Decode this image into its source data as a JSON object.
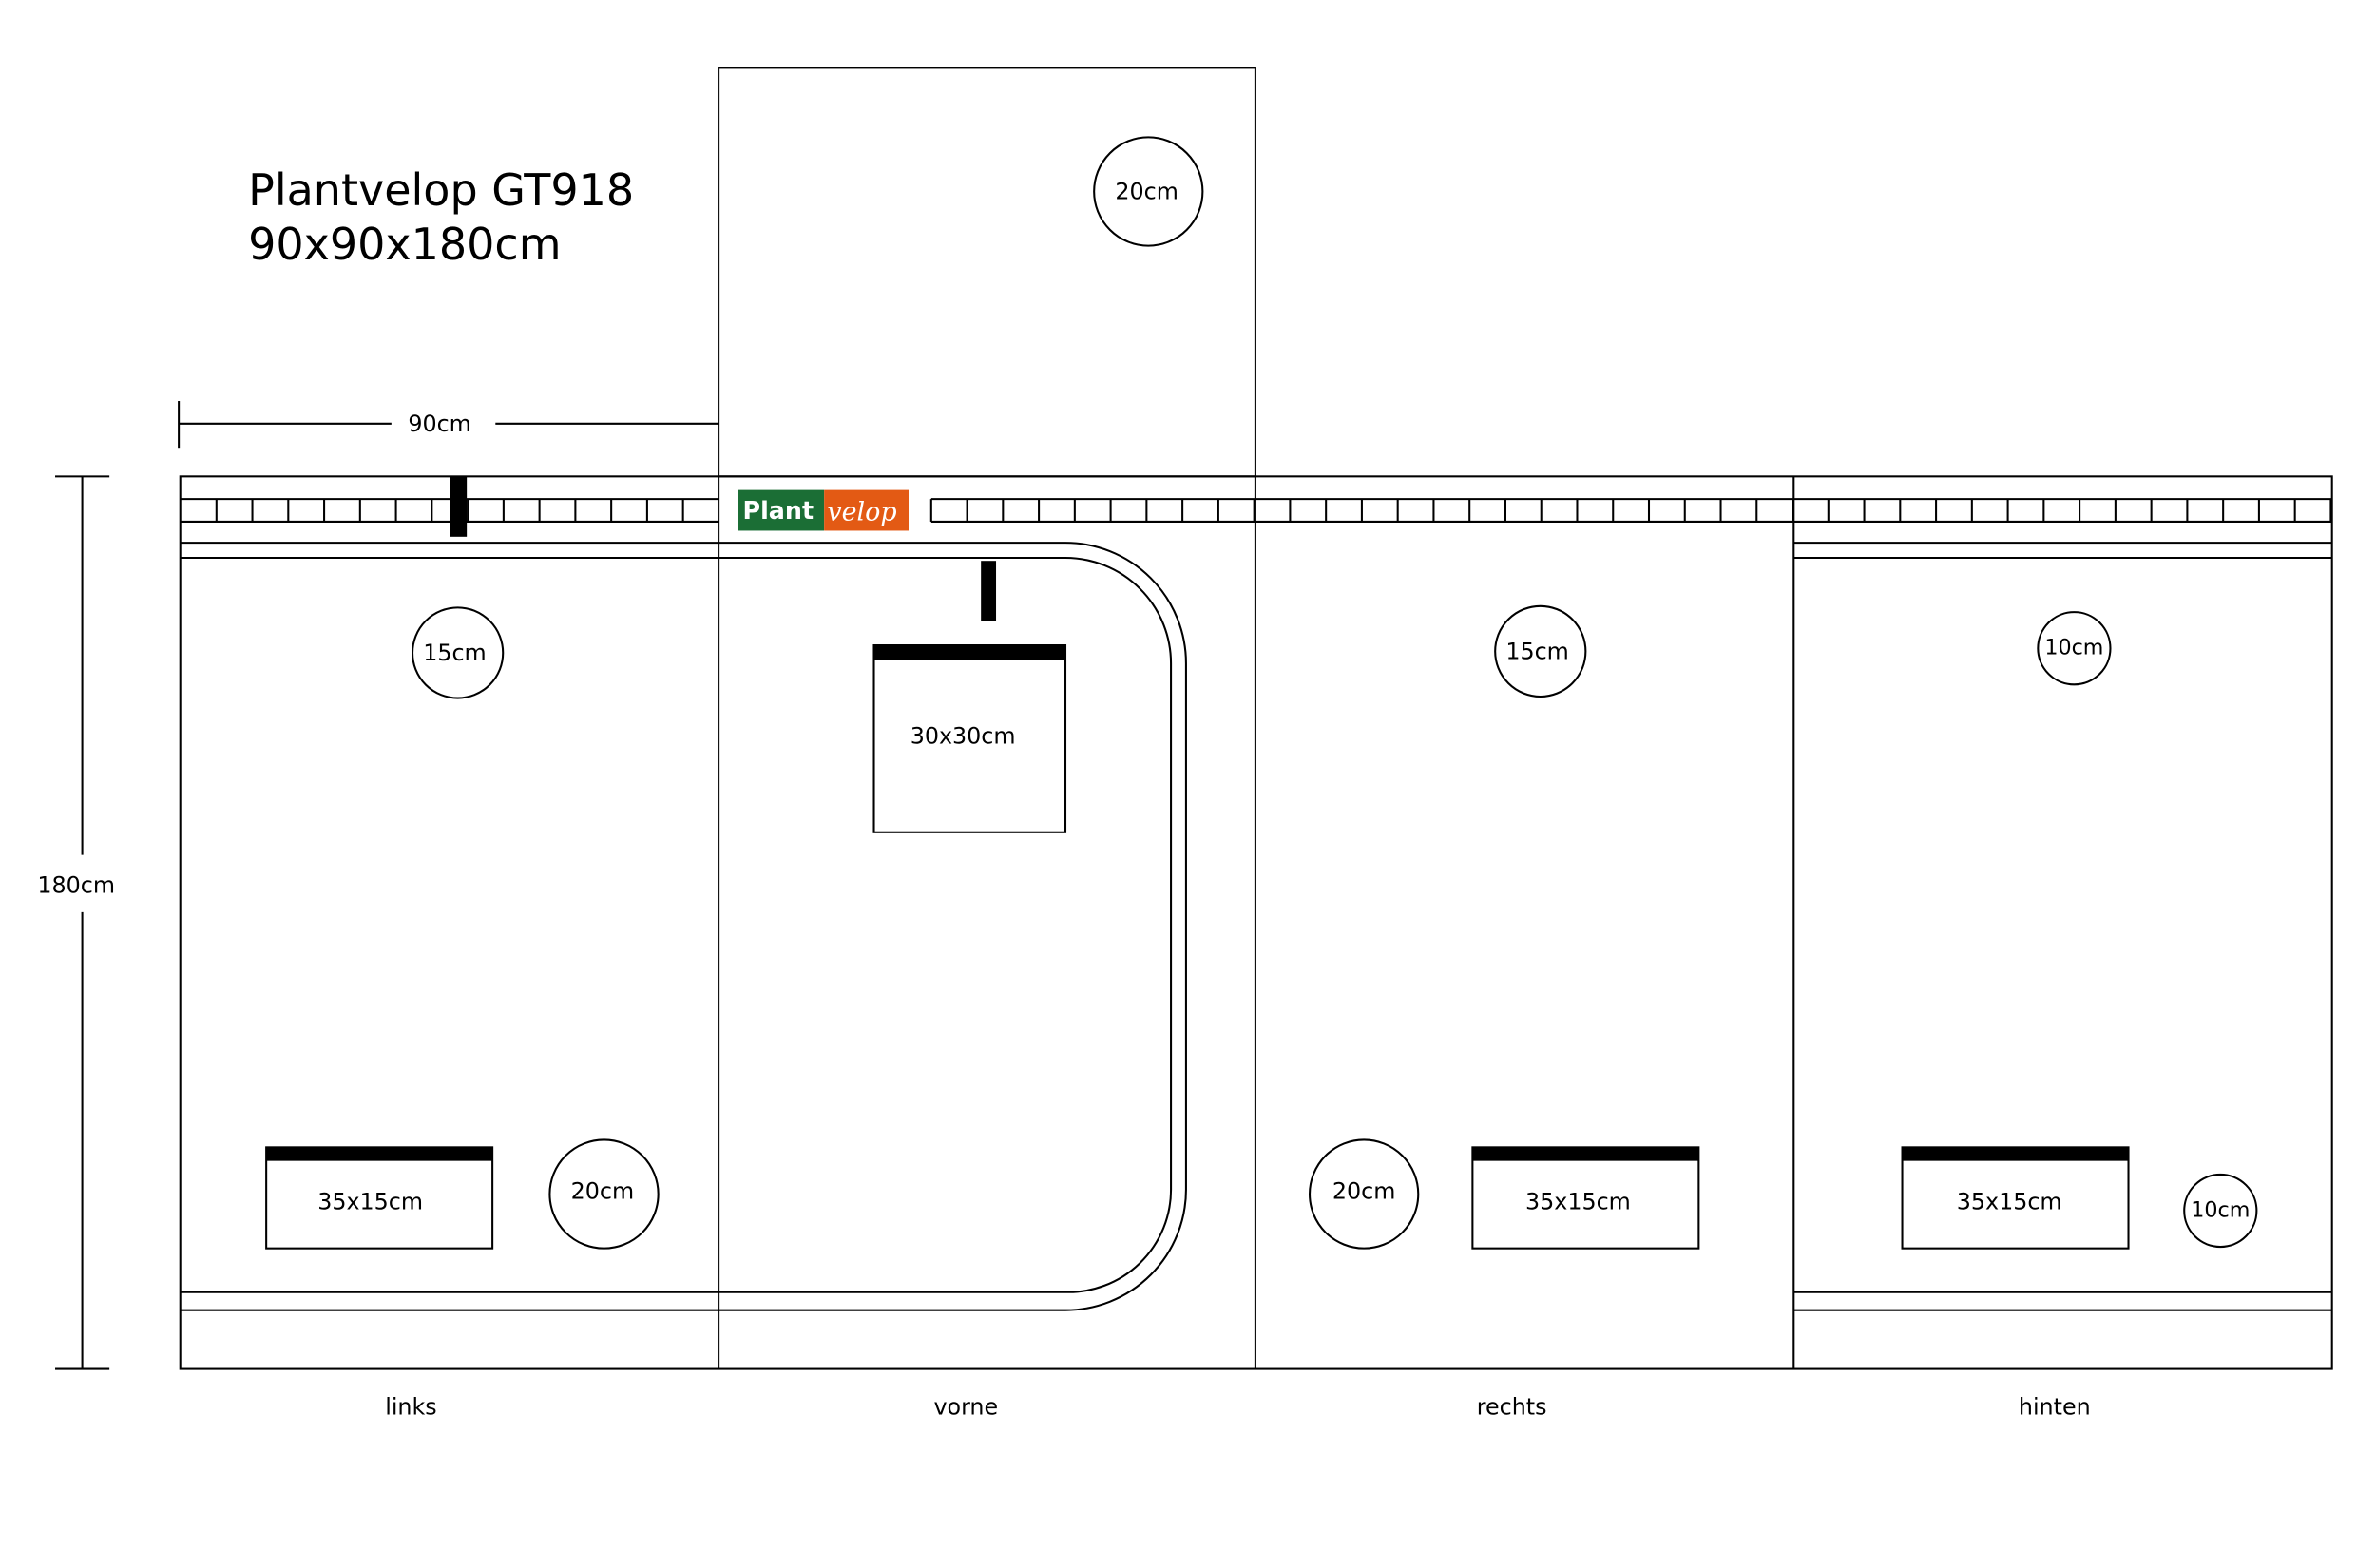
{
  "title": {
    "line1": "Plantvelop GT918",
    "line2": "90x90x180cm"
  },
  "dimensions": {
    "width": "90cm",
    "height": "180cm"
  },
  "logo": {
    "part1": "Plant",
    "part2": "velop",
    "green": "#1b6e35",
    "orange": "#e35a14"
  },
  "panels": {
    "links": {
      "label": "links",
      "vent_top": "15cm",
      "vent_bottom": "20cm",
      "window": "35x15cm"
    },
    "vorne": {
      "label": "vorne",
      "window": "30x30cm",
      "roof_vent": "20cm"
    },
    "rechts": {
      "label": "rechts",
      "vent_top": "15cm",
      "vent_bottom": "20cm",
      "window": "35x15cm"
    },
    "hinten": {
      "label": "hinten",
      "vent_top": "10cm",
      "vent_bottom": "10cm",
      "window": "35x15cm"
    }
  }
}
